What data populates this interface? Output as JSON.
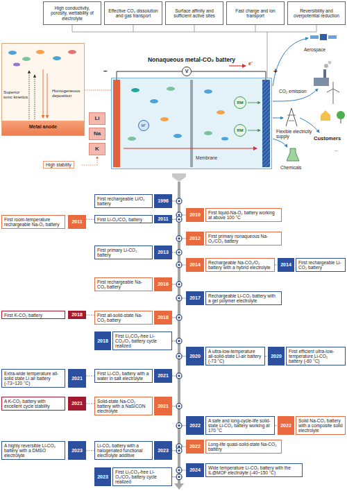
{
  "diagram": {
    "nodes": [
      {
        "text": [
          "High conductivity, porosity, wettability of electrolyte"
        ]
      },
      {
        "text": [
          "Effective CO₂ dissolution and gas transport"
        ]
      },
      {
        "text": [
          "Surface affinity and sufficient active sites"
        ]
      },
      {
        "text": [
          "Fast charge and ion transport"
        ]
      },
      {
        "text": [
          "Reversibility and overpotential reduction"
        ]
      },
      {
        "text": [
          "Superior ionic kinetics",
          "Homogeneous deposition",
          "Metal anode"
        ]
      },
      {
        "text": [
          "Li"
        ]
      },
      {
        "text": [
          "Na"
        ]
      },
      {
        "text": [
          "K"
        ]
      },
      {
        "text": [
          "V"
        ]
      },
      {
        "text": [
          "Nonaqueous metal-CO₂ battery",
          "Membrane"
        ]
      },
      {
        "text": [
          "M⁺"
        ],
        "in": 10
      },
      {
        "text": [
          "RM"
        ],
        "in": 10
      },
      {
        "text": [
          "RM"
        ],
        "in": 10
      },
      {
        "text": [
          "First rechargeable Li/O₂ battery"
        ]
      },
      {
        "text": [
          "1996"
        ]
      },
      {
        "text": [
          "2010"
        ]
      },
      {
        "text": [
          "First liquid-Na-O₂ battery working at above 100 °C"
        ]
      },
      {
        "text": [
          "First room-temperature rechargeable Na-O₂ battery"
        ]
      },
      {
        "text": [
          "2011"
        ]
      },
      {
        "text": [
          "First Li-O₂/CO₂ battery"
        ]
      },
      {
        "text": [
          "2011"
        ]
      },
      {
        "text": [
          "2012"
        ]
      },
      {
        "text": [
          "First primary nonaqueous Na-O₂/CO₂ battery"
        ]
      },
      {
        "text": [
          "First primary Li-CO₂ battery"
        ]
      },
      {
        "text": [
          "2013"
        ]
      },
      {
        "text": [
          "2014"
        ]
      },
      {
        "text": [
          "Rechargeable Na-CO₂/O₂ battery with a hybrid electrolyte"
        ]
      },
      {
        "text": [
          "2014"
        ]
      },
      {
        "text": [
          "First rechargeable Li-CO₂ battery"
        ]
      },
      {
        "text": [
          "First rechargeable Na-CO₂ battery"
        ]
      },
      {
        "text": [
          "2016"
        ]
      },
      {
        "text": [
          "2017"
        ]
      },
      {
        "text": [
          "Rechargeable Li-CO₂ battery with a gel polymer electrolyte"
        ]
      },
      {
        "text": [
          "First K-CO₂ battery"
        ]
      },
      {
        "text": [
          "2018"
        ]
      },
      {
        "text": [
          "First all-solid-state Na-CO₂ battery"
        ]
      },
      {
        "text": [
          "2018"
        ]
      },
      {
        "text": [
          "2018"
        ]
      },
      {
        "text": [
          "First Li₂CO₃-free Li-CO₂/O₂ battery cycle realized"
        ]
      },
      {
        "text": [
          "2020"
        ]
      },
      {
        "text": [
          "A ultra-low-temperature all-solid-state Li-air battery (-73 °C)"
        ]
      },
      {
        "text": [
          "2020"
        ]
      },
      {
        "text": [
          "First efficient ultra-low-temperature Li-CO₂ battery (-60 °C)"
        ]
      },
      {
        "text": [
          "Extra-wide temperature all-solid state Li air battery (-73~120 °C)"
        ]
      },
      {
        "text": [
          "2021"
        ]
      },
      {
        "text": [
          "First Li-CO₂ battery with a water in salt electrolyte"
        ]
      },
      {
        "text": [
          "2021"
        ]
      },
      {
        "text": [
          "A K-CO₂ battery with excellent cycle stability"
        ]
      },
      {
        "text": [
          "2021"
        ]
      },
      {
        "text": [
          "Solid-state Na-CO₂ battery with a NaSICON electrolyte"
        ]
      },
      {
        "text": [
          "2021"
        ]
      },
      {
        "text": [
          "2022"
        ]
      },
      {
        "text": [
          "A safe and long-cycle-life solid-state Li-CO₂ battery working at 170 °C"
        ]
      },
      {
        "text": [
          "2022"
        ]
      },
      {
        "text": [
          "Solid Na-CO₂ battery with a composite solid electrolyte"
        ]
      },
      {
        "text": [
          "2022"
        ]
      },
      {
        "text": [
          "Long-life quasi-solid-state Na-CO₂ battery"
        ]
      },
      {
        "text": [
          "A highly reversible Li-CO₂ battery with a DMSO electrolyte"
        ]
      },
      {
        "text": [
          "2023"
        ]
      },
      {
        "text": [
          "Li-CO₂ battery with a halogenated functional electrolyte additive"
        ]
      },
      {
        "text": [
          "2023"
        ]
      },
      {
        "text": [
          "2023"
        ]
      },
      {
        "text": [
          "First Li₂CO₃-free Li-O₂/CO₂ battery cycle realized"
        ]
      },
      {
        "text": [
          "2024"
        ]
      },
      {
        "text": [
          "Wide temperature Li-CO₂ battery with the IL@MOF electrolyte (-40~150 °C)"
        ]
      }
    ],
    "edges": [
      {
        "from": 5,
        "to": 10,
        "arrow": "none"
      },
      {
        "from": 19,
        "to": 20,
        "arrow": "none"
      },
      {
        "from": 27,
        "to": 28,
        "arrow": "none"
      },
      {
        "from": 35,
        "to": 36,
        "arrow": "none"
      },
      {
        "from": 41,
        "to": 42,
        "arrow": "none"
      },
      {
        "from": 45,
        "to": 46,
        "arrow": "none"
      },
      {
        "from": 49,
        "to": 50,
        "arrow": "none"
      },
      {
        "from": 53,
        "to": 54,
        "arrow": "none"
      },
      {
        "from": 59,
        "to": 60,
        "arrow": "none"
      }
    ],
    "labels": [
      "−",
      "+",
      "e⁻",
      "High stability",
      "Aerospace",
      "CO₂ emission",
      "Flexible electricity supply",
      "Chemicals",
      "Customers",
      "..."
    ]
  }
}
